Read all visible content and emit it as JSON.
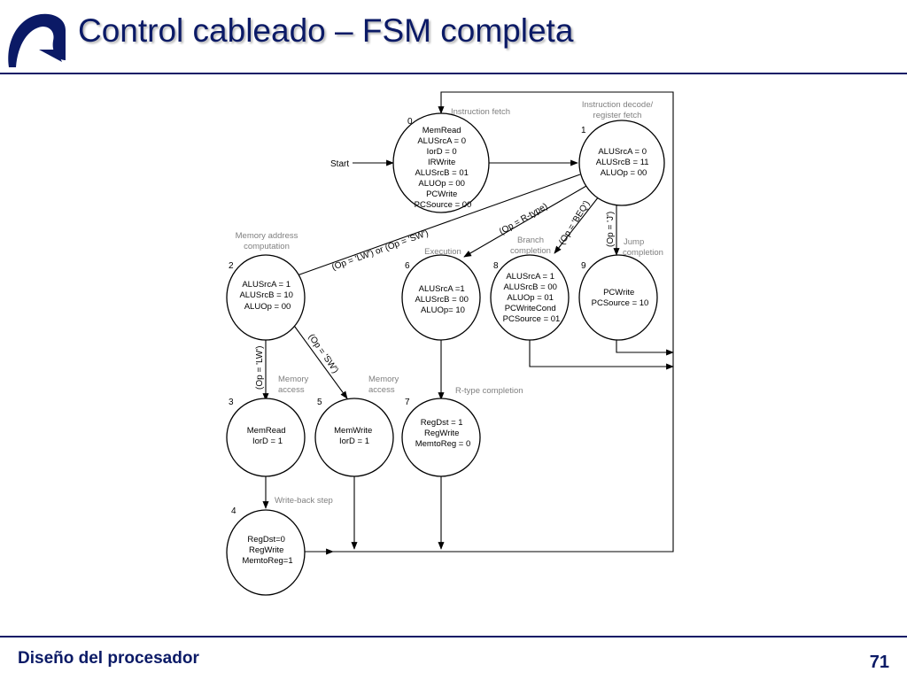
{
  "slide": {
    "title": "Control cableado – FSM completa",
    "footer_text": "Diseño del procesador",
    "page_number": "71"
  },
  "fsm": {
    "start_label": "Start",
    "states": [
      {
        "id": "0",
        "outputs": [
          "MemRead",
          "ALUSrcA = 0",
          "IorD = 0",
          "IRWrite",
          "ALUSrcB = 01",
          "ALUOp = 00",
          "PCWrite",
          "PCSource = 00"
        ]
      },
      {
        "id": "1",
        "outputs": [
          "ALUSrcA = 0",
          "ALUSrcB = 11",
          "ALUOp = 00"
        ]
      },
      {
        "id": "2",
        "outputs": [
          "ALUSrcA = 1",
          "ALUSrcB = 10",
          "ALUOp = 00"
        ]
      },
      {
        "id": "6",
        "outputs": [
          "ALUSrcA =1",
          "ALUSrcB = 00",
          "ALUOp= 10"
        ]
      },
      {
        "id": "8",
        "outputs": [
          "ALUSrcA = 1",
          "ALUSrcB = 00",
          "ALUOp = 01",
          "PCWriteCond",
          "PCSource = 01"
        ]
      },
      {
        "id": "9",
        "outputs": [
          "PCWrite",
          "PCSource = 10"
        ]
      },
      {
        "id": "3",
        "outputs": [
          "MemRead",
          "IorD = 1"
        ]
      },
      {
        "id": "5",
        "outputs": [
          "MemWrite",
          "IorD = 1"
        ]
      },
      {
        "id": "7",
        "outputs": [
          "RegDst = 1",
          "RegWrite",
          "MemtoReg = 0"
        ]
      },
      {
        "id": "4",
        "outputs": [
          "RegDst=0",
          "RegWrite",
          "MemtoReg=1"
        ]
      }
    ],
    "phase_labels": {
      "instruction_fetch": "Instruction fetch",
      "decode_line1": "Instruction decode/",
      "decode_line2": "register fetch",
      "mem_addr_line1": "Memory address",
      "mem_addr_line2": "computation",
      "execution": "Execution",
      "branch_line1": "Branch",
      "branch_line2": "completion",
      "jump_line1": "Jump",
      "jump_line2": "completion",
      "mem_access_a_line1": "Memory",
      "mem_access_a_line2": "access",
      "mem_access_b_line1": "Memory",
      "mem_access_b_line2": "access",
      "rtype_completion": "R-type completion",
      "write_back": "Write-back step"
    },
    "conditions": {
      "lw_or_sw": "(Op = 'LW') or (Op = 'SW')",
      "r_type": "(Op = R-type)",
      "beq": "(Op = 'BEQ')",
      "jump": "(Op = 'J')",
      "lw": "(Op = 'LW')",
      "sw": "(Op = 'SW')"
    }
  }
}
